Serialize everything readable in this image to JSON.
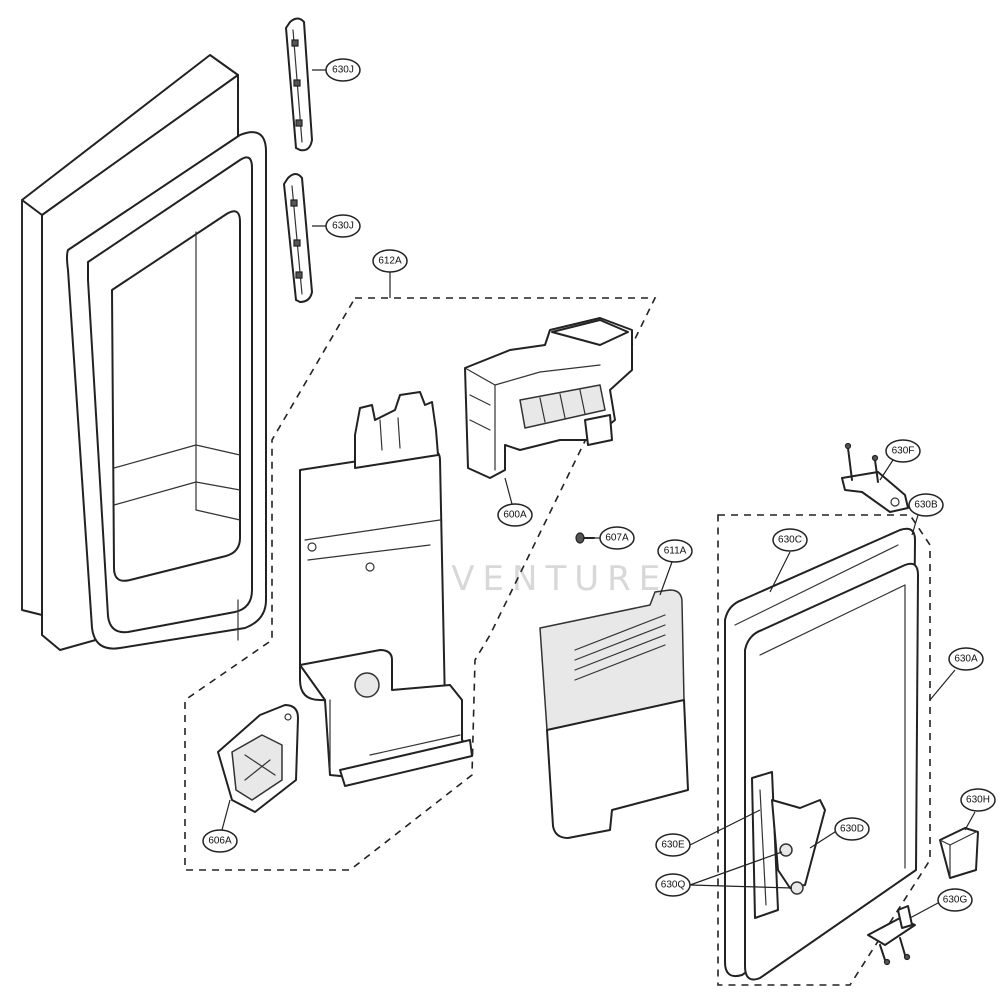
{
  "labels": {
    "l630J_top": "630J",
    "l630J_mid": "630J",
    "l612A": "612A",
    "l600A": "600A",
    "l607A": "607A",
    "l611A": "611A",
    "l606A": "606A",
    "l630F": "630F",
    "l630B": "630B",
    "l630C": "630C",
    "l630A": "630A",
    "l630H": "630H",
    "l630D": "630D",
    "l630E": "630E",
    "l630Q": "630Q",
    "l630G": "630G"
  },
  "watermark": "LEADVENTURE"
}
